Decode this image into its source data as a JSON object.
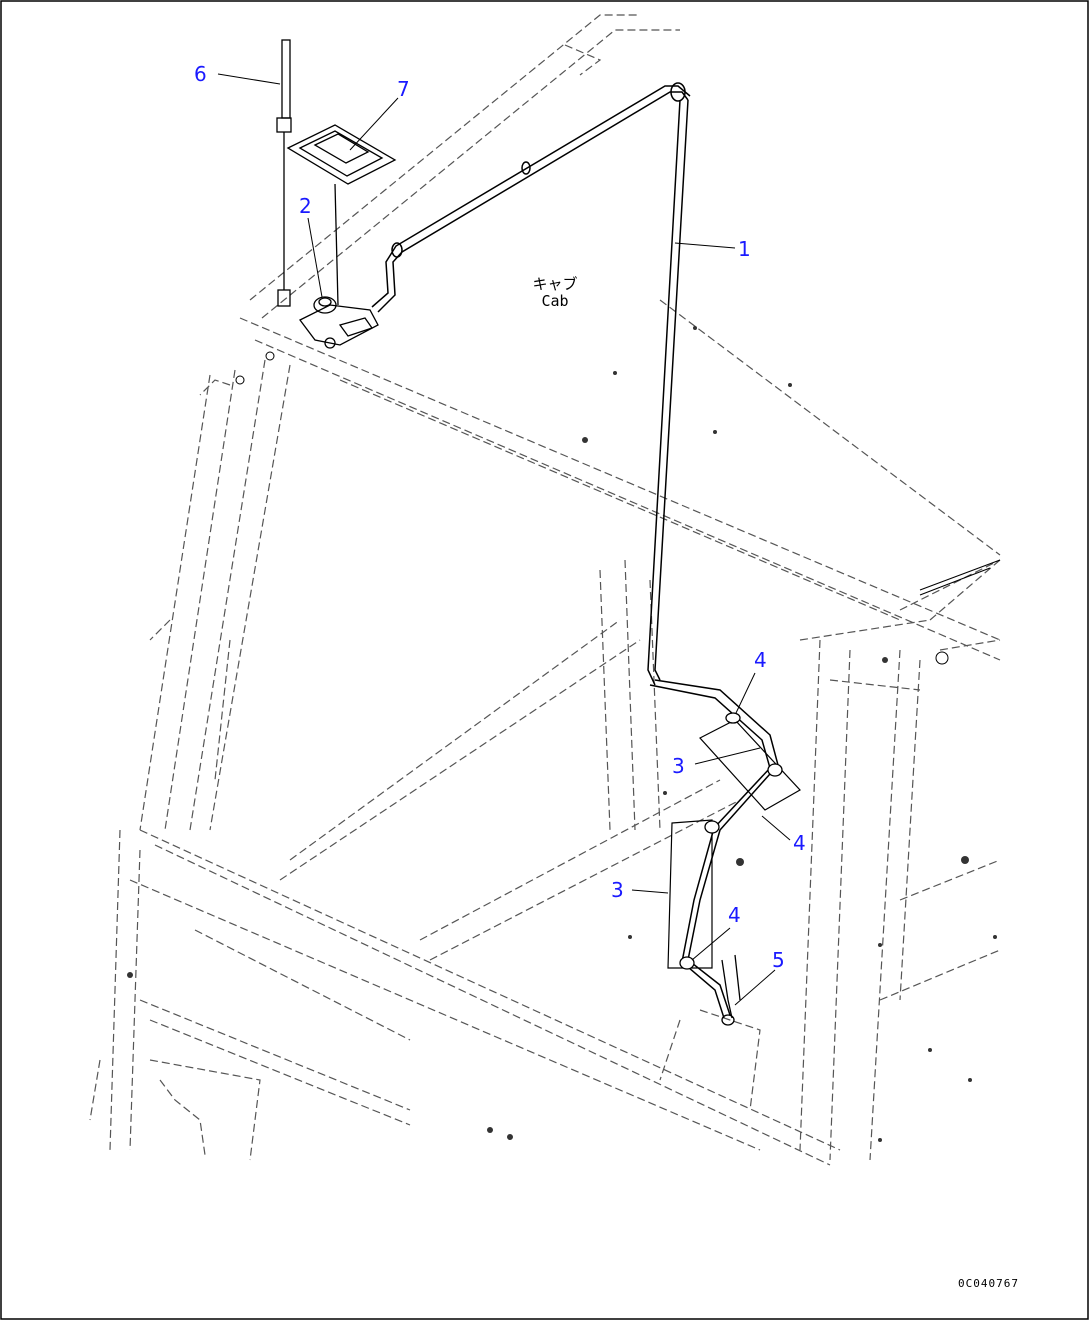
{
  "callouts": {
    "c1": "1",
    "c2": "2",
    "c3a": "3",
    "c3b": "3",
    "c4a": "4",
    "c4b": "4",
    "c4c": "4",
    "c5": "5",
    "c6": "6",
    "c7": "7"
  },
  "cab_label": {
    "jp": "キャブ",
    "en": "Cab"
  },
  "drawing_code": "0C040767",
  "colors": {
    "callout": "#1a1aff",
    "line": "#000000",
    "hidden_line": "#555555"
  }
}
